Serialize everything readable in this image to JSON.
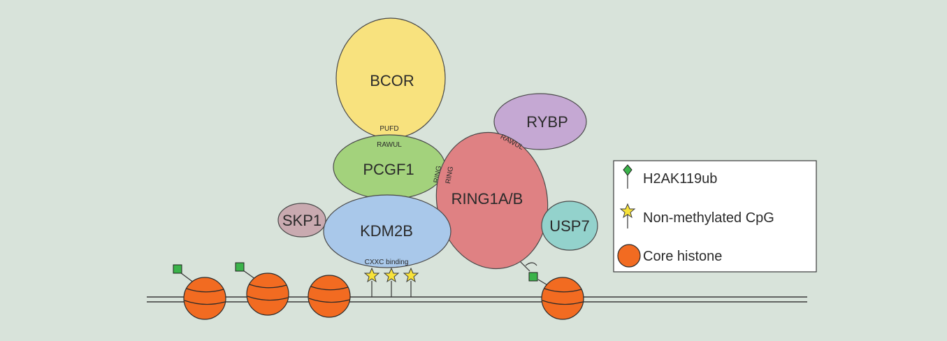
{
  "proteins": {
    "bcor": "BCOR",
    "pcgf1": "PCGF1",
    "kdm2b": "KDM2B",
    "skp1": "SKP1",
    "ring1ab": "RING1A/B",
    "rybp": "RYBP",
    "usp7": "USP7"
  },
  "domains": {
    "pufd": "PUFD",
    "rawul_pcgf1": "RAWUL",
    "ring_pcgf1": "RING",
    "ring_ring1": "RING",
    "rawul_ring1": "RAWUL",
    "cxxc": "CXXC binding"
  },
  "legend": {
    "h2ak119ub": "H2AK119ub",
    "cpg": "Non-methylated CpG",
    "histone": "Core histone"
  },
  "colors": {
    "background": "#d8e3da",
    "bcor": "#f8e27e",
    "pcgf1": "#a3d27c",
    "kdm2b": "#a9c8ea",
    "skp1": "#c9aab0",
    "ring1ab": "#df8183",
    "rybp": "#c5a8d3",
    "usp7": "#93d2cc",
    "histone": "#f26b21",
    "ubiquitin": "#3bb34a",
    "cpg_star": "#f7e23a"
  }
}
